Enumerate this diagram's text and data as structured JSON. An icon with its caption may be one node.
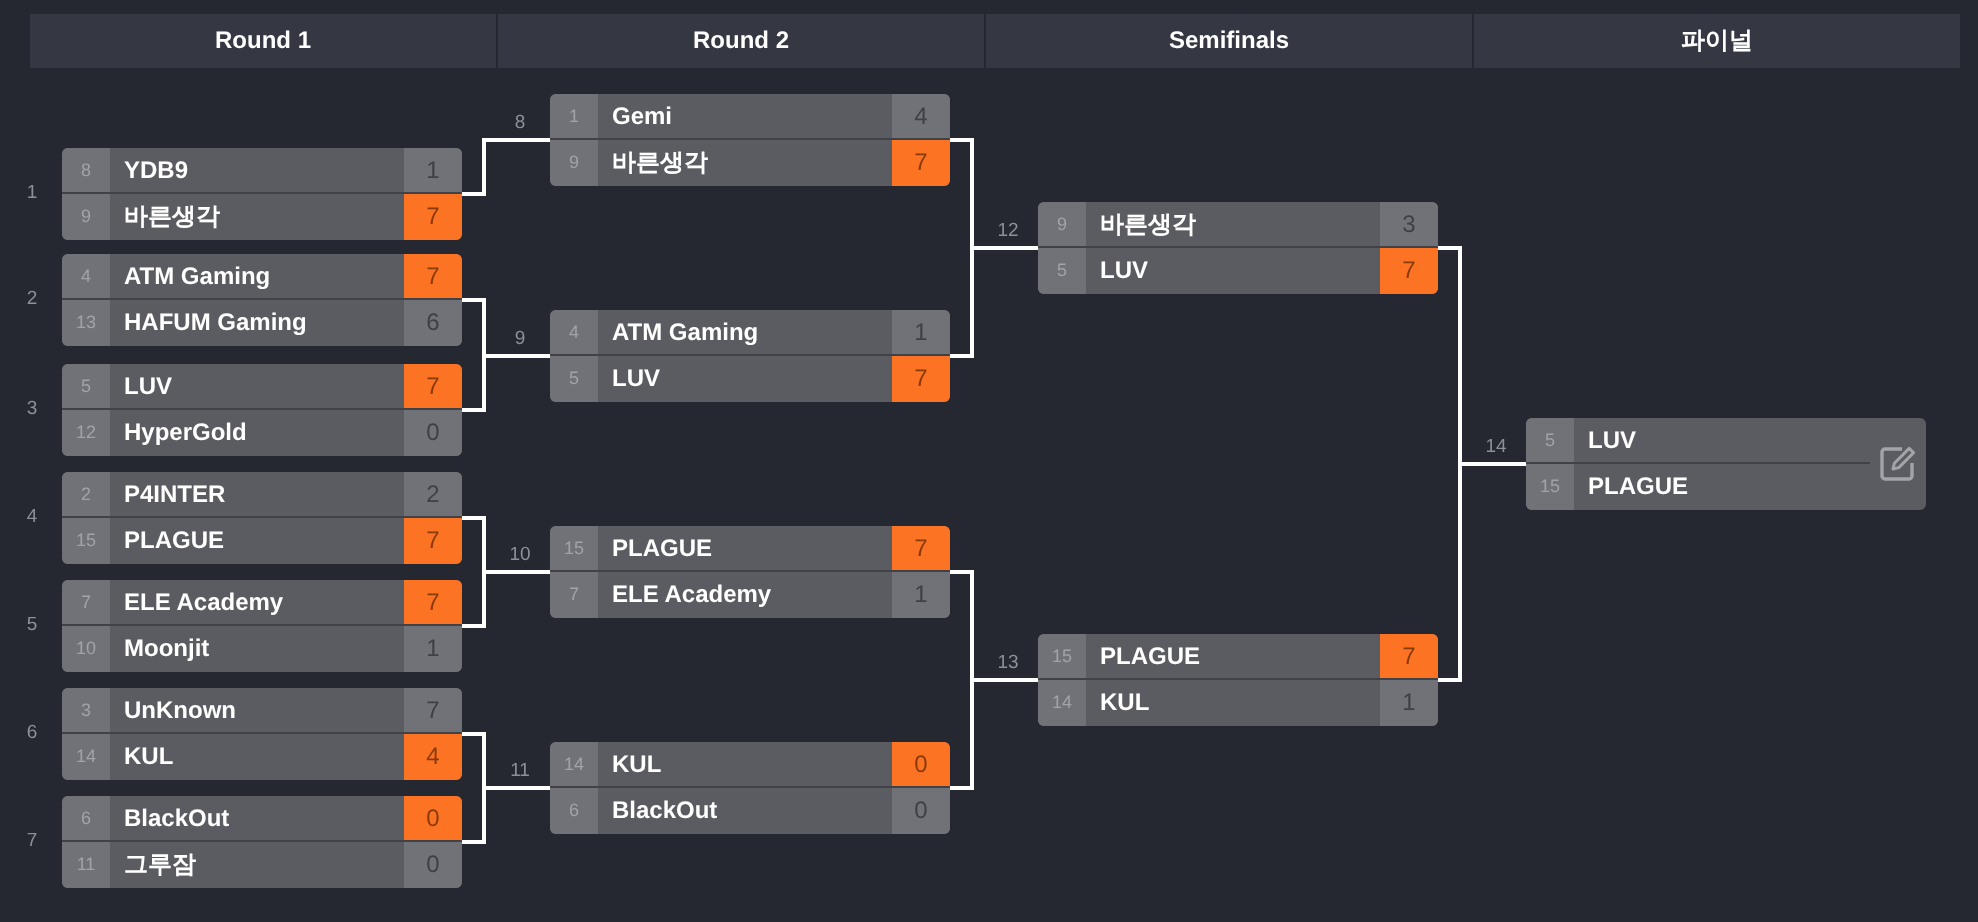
{
  "diagram": {
    "nodes": [
      {
        "text": [
          "Round 1"
        ]
      },
      {
        "text": [
          "Round 2"
        ]
      },
      {
        "text": [
          "Semifinals"
        ]
      },
      {
        "text": [
          "파이널"
        ]
      },
      {
        "text": [],
        "shape": "box",
        "beside": [
          "1"
        ]
      },
      {
        "text": [
          "8",
          "YDB9",
          "1"
        ],
        "in": 4
      },
      {
        "text": [
          "9",
          "바른생각",
          "7"
        ],
        "in": 4
      },
      {
        "text": [],
        "shape": "box",
        "beside": [
          "2"
        ]
      },
      {
        "text": [
          "4",
          "ATM Gaming",
          "7"
        ],
        "in": 7
      },
      {
        "text": [
          "13",
          "HAFUM Gaming",
          "6"
        ],
        "in": 7
      },
      {
        "text": [],
        "shape": "box",
        "beside": [
          "3"
        ]
      },
      {
        "text": [
          "5",
          "LUV",
          "7"
        ],
        "in": 10
      },
      {
        "text": [
          "12",
          "HyperGold",
          "0"
        ],
        "in": 10
      },
      {
        "text": [],
        "shape": "box",
        "beside": [
          "4"
        ]
      },
      {
        "text": [
          "2",
          "P4INTER",
          "2"
        ],
        "in": 13
      },
      {
        "text": [
          "15",
          "PLAGUE",
          "7"
        ],
        "in": 13
      },
      {
        "text": [],
        "shape": "box",
        "beside": [
          "5"
        ]
      },
      {
        "text": [
          "7",
          "ELE Academy",
          "7"
        ],
        "in": 16
      },
      {
        "text": [
          "10",
          "Moonjit",
          "1"
        ],
        "in": 16
      },
      {
        "text": [],
        "shape": "box",
        "beside": [
          "6"
        ]
      },
      {
        "text": [
          "3",
          "UnKnown",
          "7"
        ],
        "in": 19
      },
      {
        "text": [
          "14",
          "KUL",
          "4"
        ],
        "in": 19
      },
      {
        "text": [],
        "shape": "box",
        "beside": [
          "7"
        ]
      },
      {
        "text": [
          "6",
          "BlackOut",
          "0"
        ],
        "in": 22
      },
      {
        "text": [
          "11",
          "그루잠",
          "0"
        ],
        "in": 22
      },
      {
        "text": [],
        "shape": "box",
        "beside": [
          "8"
        ]
      },
      {
        "text": [
          "1",
          "Gemi",
          "4"
        ],
        "in": 25
      },
      {
        "text": [
          "9",
          "바른생각",
          "7"
        ],
        "in": 25
      },
      {
        "text": [],
        "shape": "box",
        "beside": [
          "9"
        ]
      },
      {
        "text": [
          "4",
          "ATM Gaming",
          "1"
        ],
        "in": 28
      },
      {
        "text": [
          "5",
          "LUV",
          "7"
        ],
        "in": 28
      },
      {
        "text": [],
        "shape": "box",
        "beside": [
          "10"
        ]
      },
      {
        "text": [
          "15",
          "PLAGUE",
          "7"
        ],
        "in": 31
      },
      {
        "text": [
          "7",
          "ELE Academy",
          "1"
        ],
        "in": 31
      },
      {
        "text": [],
        "shape": "box",
        "beside": [
          "11"
        ]
      },
      {
        "text": [
          "14",
          "KUL",
          "0"
        ],
        "in": 34
      },
      {
        "text": [
          "6",
          "BlackOut",
          "0"
        ],
        "in": 34
      },
      {
        "text": [],
        "shape": "box",
        "beside": [
          "12"
        ]
      },
      {
        "text": [
          "9",
          "바른생각",
          "3"
        ],
        "in": 37
      },
      {
        "text": [
          "5",
          "LUV",
          "7"
        ],
        "in": 37
      },
      {
        "text": [],
        "shape": "box",
        "beside": [
          "13"
        ]
      },
      {
        "text": [
          "15",
          "PLAGUE",
          "7"
        ],
        "in": 40
      },
      {
        "text": [
          "14",
          "KUL",
          "1"
        ],
        "in": 40
      },
      {
        "text": [],
        "shape": "box",
        "beside": [
          "14"
        ]
      },
      {
        "text": [
          "5",
          "LUV"
        ],
        "in": 43
      },
      {
        "text": [
          "15",
          "PLAGUE"
        ],
        "in": 43
      }
    ],
    "edges": [
      {
        "from": 4,
        "to": 25,
        "arrow": "none"
      },
      {
        "from": 7,
        "to": 28,
        "arrow": "none"
      },
      {
        "from": 10,
        "to": 28,
        "arrow": "none"
      },
      {
        "from": 13,
        "to": 31,
        "arrow": "none"
      },
      {
        "from": 16,
        "to": 31,
        "arrow": "none"
      },
      {
        "from": 19,
        "to": 34,
        "arrow": "none"
      },
      {
        "from": 22,
        "to": 34,
        "arrow": "none"
      },
      {
        "from": 25,
        "to": 37,
        "arrow": "none"
      },
      {
        "from": 28,
        "to": 37,
        "arrow": "none"
      },
      {
        "from": 31,
        "to": 40,
        "arrow": "none"
      },
      {
        "from": 34,
        "to": 40,
        "arrow": "none"
      },
      {
        "from": 37,
        "to": 43,
        "arrow": "none"
      },
      {
        "from": 40,
        "to": 43,
        "arrow": "none"
      }
    ]
  }
}
